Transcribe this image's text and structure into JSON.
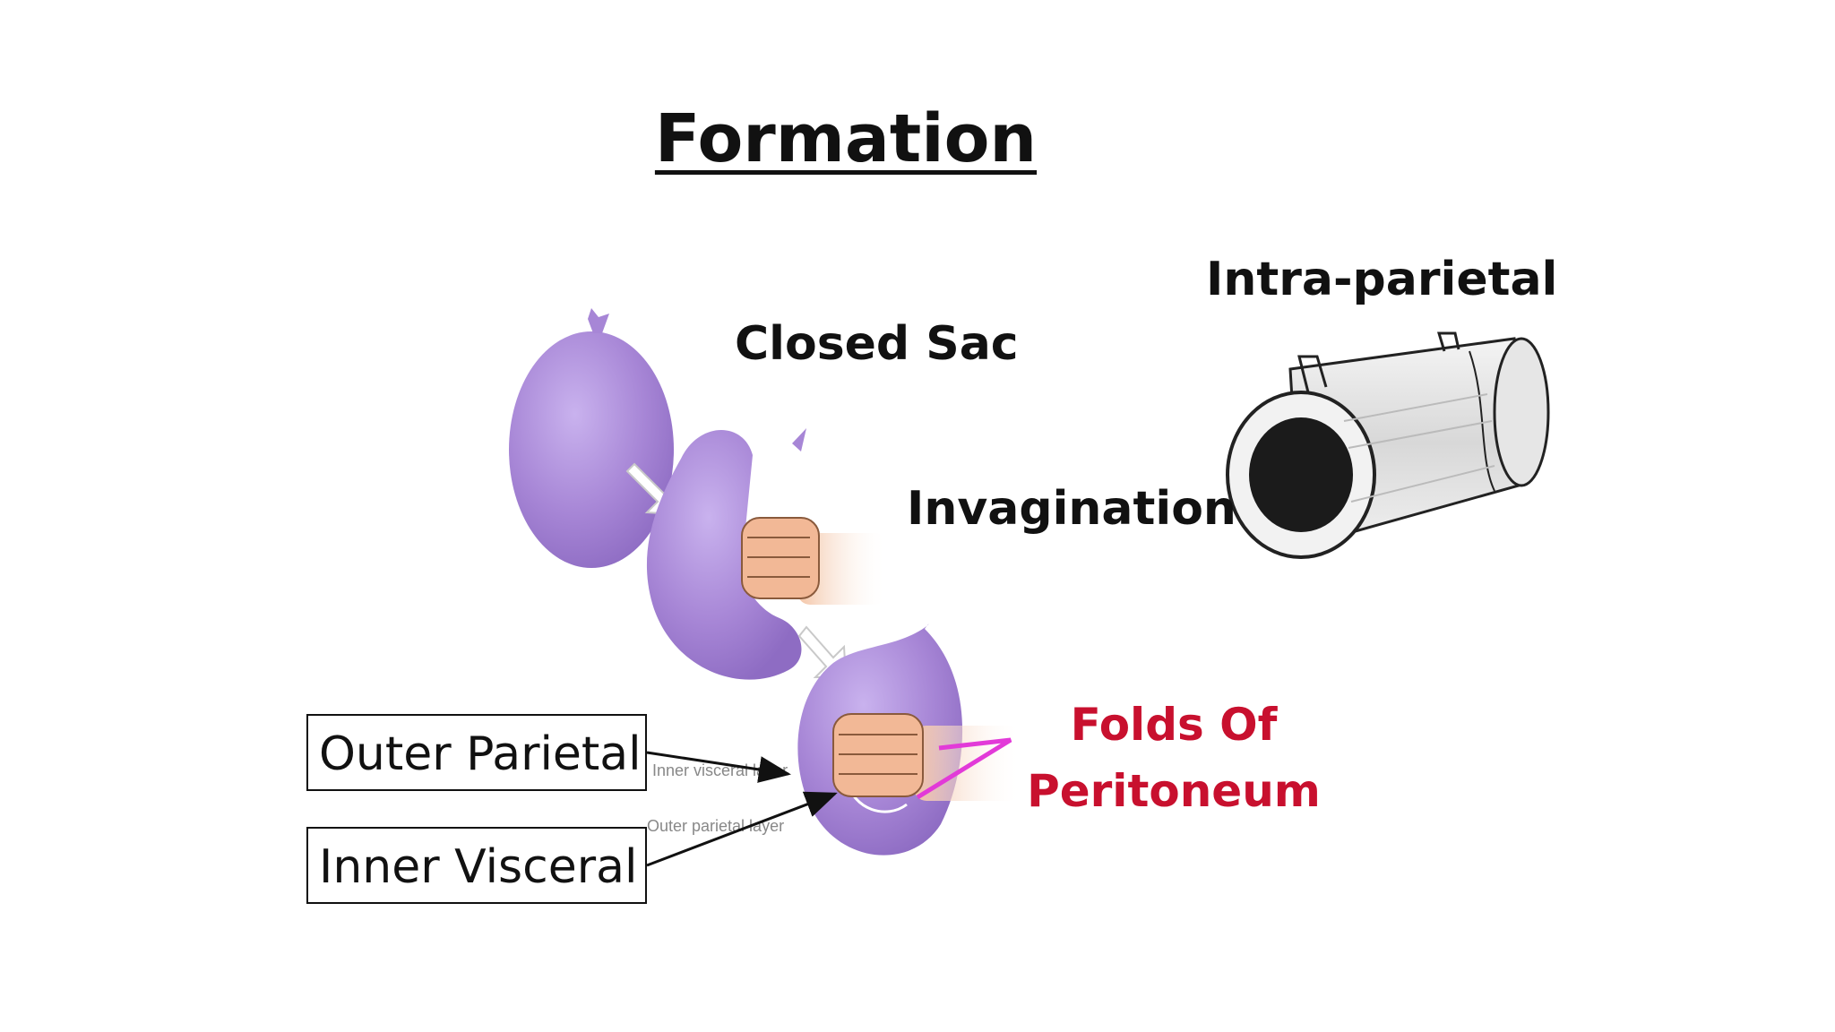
{
  "slide": {
    "title": "Formation",
    "labels": {
      "closed_sac": "Closed Sac",
      "intra_parietal": "Intra-parietal",
      "invagination": "Invagination",
      "folds": "Folds Of Peritoneum"
    },
    "boxes": {
      "outer": "Outer Parietal",
      "inner": "Inner Visceral"
    },
    "figure_text": {
      "inner_layer": "Inner visceral layer",
      "outer_layer": "Outer parietal layer"
    },
    "colors": {
      "sac": "#a786d6",
      "folds_text": "#c8102e",
      "bracket": "#e23ad8"
    },
    "icons": [
      "balloon-sac-icon",
      "fist-icon",
      "intestine-tube-icon",
      "arrow-icon"
    ]
  }
}
